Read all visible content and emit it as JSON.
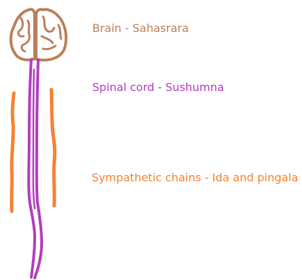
{
  "labels": {
    "brain": "Brain - Sahasrara",
    "spinal_cord": "Spinal cord - Sushumna",
    "chains": "Sympathetic chains - Ida and pingala"
  },
  "colors": {
    "brain": "#b9805a",
    "spinal_cord": "#b43cbe",
    "chains": "#f58232"
  }
}
